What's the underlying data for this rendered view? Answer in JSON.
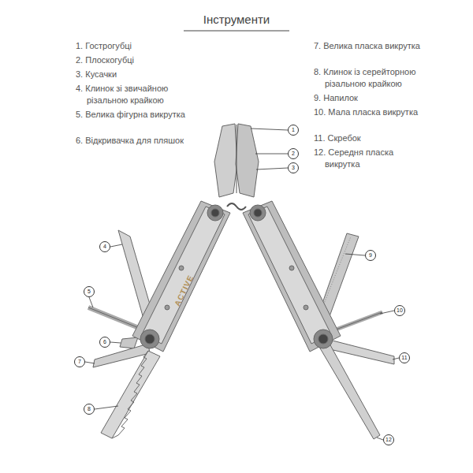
{
  "diagram": {
    "title": "Інструменти",
    "labels": [
      "1. Гострогубці",
      "2. Плоскогубці",
      "3. Кусачки",
      "4. Клинок зі звичайною різальною крайкою",
      "5. Велика фігурна викрутка",
      "6. Відкривачка для пляшок",
      "7. Велика пласка викрутка",
      "8. Клинок із серейторною різальною крайкою",
      "9. Напилок",
      "10. Мала пласка викрутка",
      "11. Скребок",
      "12. Середня пласка викрутка",
      "ACTIVE",
      "1",
      "2",
      "3",
      "4",
      "5",
      "6",
      "7",
      "8",
      "9",
      "10",
      "11",
      "12"
    ]
  }
}
